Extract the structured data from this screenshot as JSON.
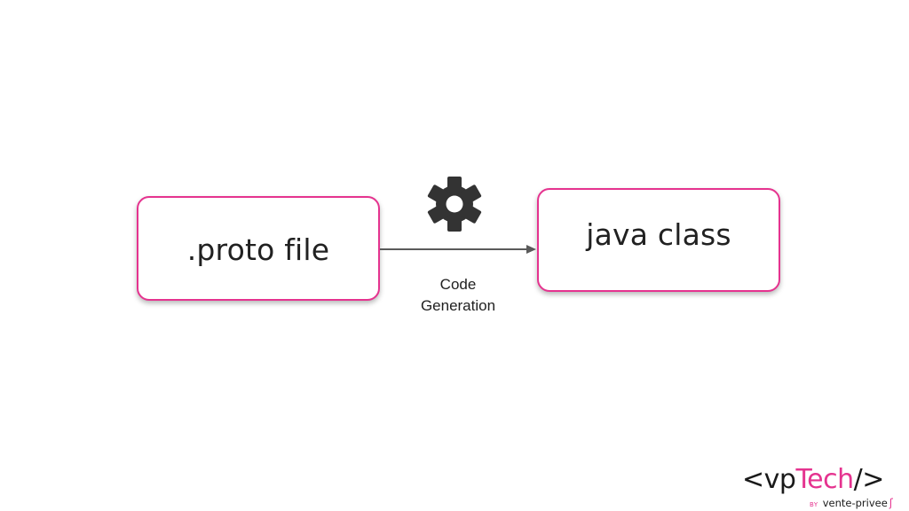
{
  "nodes": {
    "source": {
      "label": ".proto file"
    },
    "target": {
      "label": "java class"
    }
  },
  "edge": {
    "icon": "gear-icon",
    "label_line1": "Code",
    "label_line2": "Generation"
  },
  "logo": {
    "open": "<",
    "vp": "vp",
    "tech": "Tech",
    "close": "/>",
    "by": "BY",
    "brand": "vente-privee"
  },
  "colors": {
    "accent": "#e5338f",
    "text": "#212121",
    "arrow": "#5a5a5a",
    "gear": "#333333"
  }
}
